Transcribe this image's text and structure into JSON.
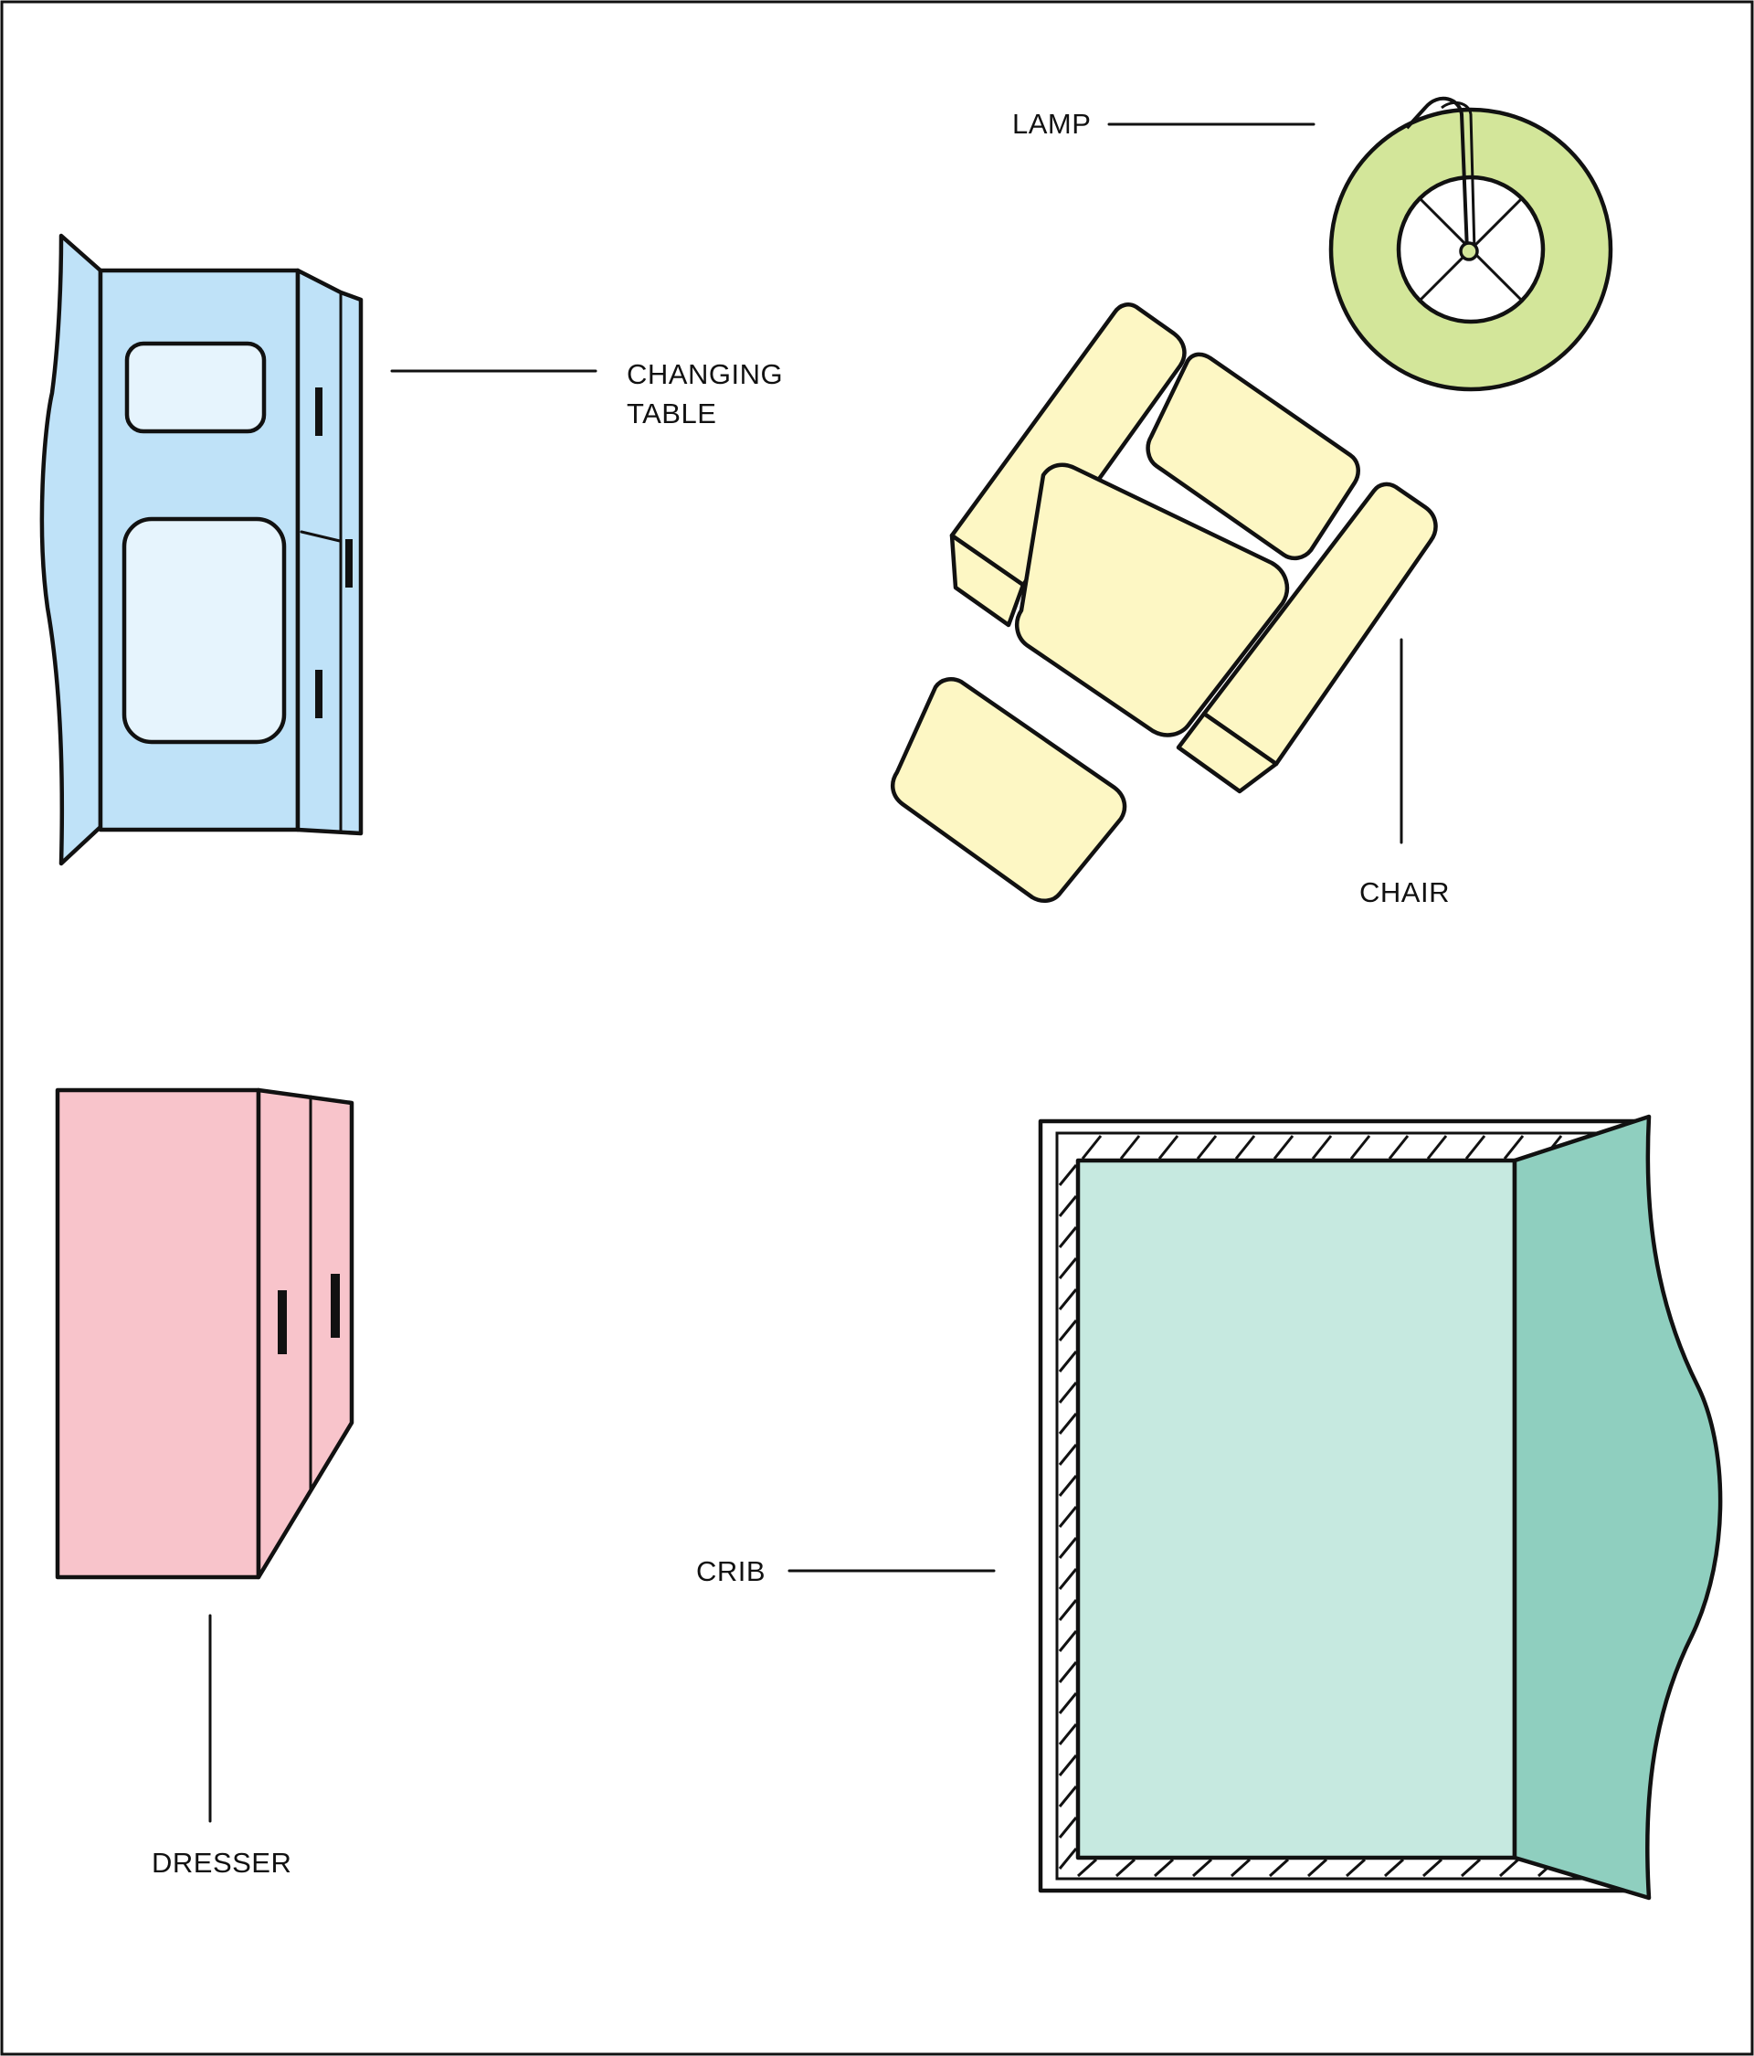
{
  "labels": {
    "lamp": "LAMP",
    "changing_table_line1": "CHANGING",
    "changing_table_line2": "TABLE",
    "chair": "CHAIR",
    "dresser": "DRESSER",
    "crib": "CRIB"
  },
  "colors": {
    "changing_table": "#bfe2f8",
    "changing_table_panel": "#e6f4fd",
    "lamp": "#d3e69a",
    "chair": "#fdf7c4",
    "dresser": "#f8c4cb",
    "crib_mattress": "#c6e9e0",
    "crib_side": "#8fcfbf",
    "crib_frame": "#3f8577",
    "outline": "#111111",
    "border": "#111111"
  }
}
